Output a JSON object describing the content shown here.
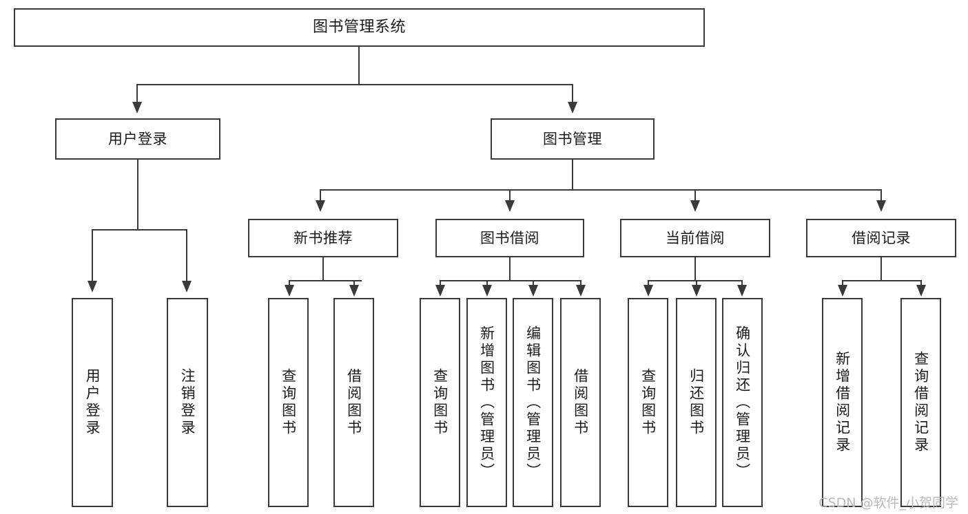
{
  "diagram": {
    "type": "tree-hierarchy",
    "orientation": "top-down",
    "root": {
      "label": "图书管理系统"
    },
    "level2": [
      {
        "id": "user-login",
        "label": "用户登录"
      },
      {
        "id": "book-manage",
        "label": "图书管理"
      }
    ],
    "level3": [
      {
        "id": "new-book-rec",
        "label": "新书推荐",
        "parent": "book-manage"
      },
      {
        "id": "book-borrow",
        "label": "图书借阅",
        "parent": "book-manage"
      },
      {
        "id": "current-borrow",
        "label": "当前借阅",
        "parent": "book-manage"
      },
      {
        "id": "borrow-record",
        "label": "借阅记录",
        "parent": "book-manage"
      }
    ],
    "leaves": {
      "user_login": [
        {
          "id": "leaf-user-login",
          "label": "用户登录"
        },
        {
          "id": "leaf-user-logout",
          "label": "注销登录"
        }
      ],
      "new_book_rec": [
        {
          "id": "leaf-query-book-1",
          "label": "查询图书"
        },
        {
          "id": "leaf-borrow-book-1",
          "label": "借阅图书"
        }
      ],
      "book_borrow": [
        {
          "id": "leaf-query-book-2",
          "label": "查询图书"
        },
        {
          "id": "leaf-add-book",
          "label": "新增图书（管理员）"
        },
        {
          "id": "leaf-edit-book",
          "label": "编辑图书（管理员）"
        },
        {
          "id": "leaf-borrow-book-2",
          "label": "借阅图书"
        }
      ],
      "current_borrow": [
        {
          "id": "leaf-query-book-3",
          "label": "查询图书"
        },
        {
          "id": "leaf-return-book",
          "label": "归还图书"
        },
        {
          "id": "leaf-confirm-return",
          "label": "确认归还（管理员）"
        }
      ],
      "borrow_record": [
        {
          "id": "leaf-add-record",
          "label": "新增借阅记录"
        },
        {
          "id": "leaf-query-record",
          "label": "查询借阅记录"
        }
      ]
    }
  },
  "watermark": {
    "text": "CSDN @软件_小贺同学"
  },
  "colors": {
    "border": "#3a3a3a",
    "text": "#1b1b1b",
    "background": "#ffffff",
    "watermark": "#b9b9b9"
  }
}
